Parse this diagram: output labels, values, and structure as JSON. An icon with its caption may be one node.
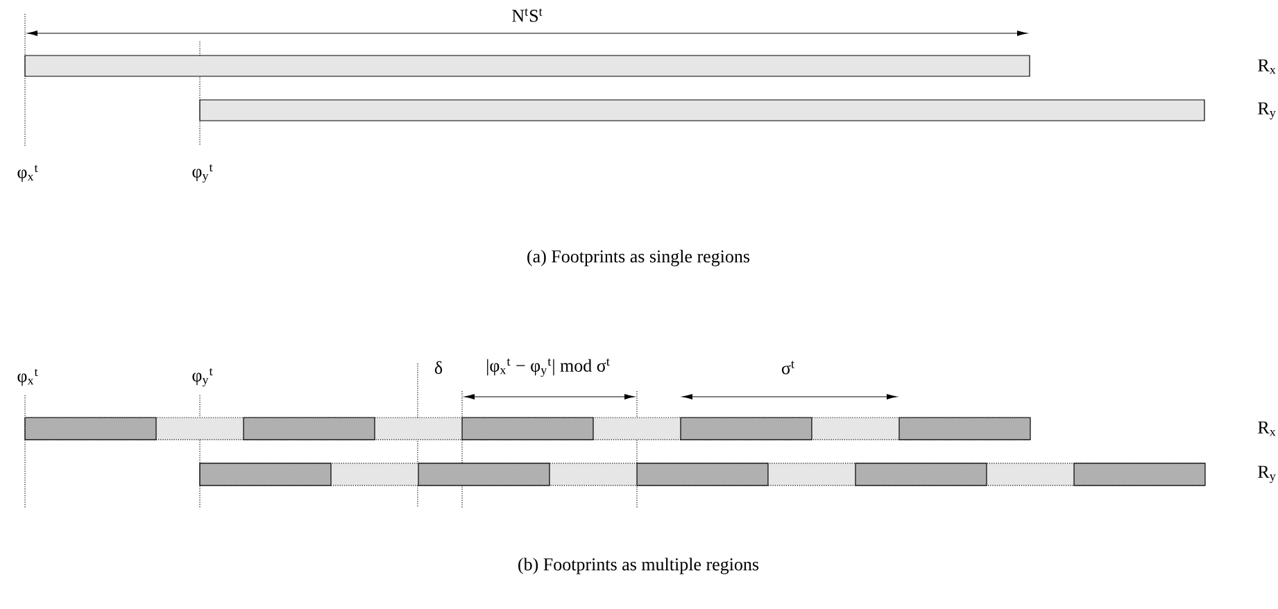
{
  "diagram": {
    "labels": [
      "N$^{t}$S$^{t}$",
      "R$_{x}$",
      "R$_{y}$",
      "φ$_{x}$$^{t}$",
      "φ$_{y}$$^{t}$",
      "(a) Footprints as single regions",
      "φ$_{x}$$^{t}$",
      "φ$_{y}$$^{t}$",
      "δ",
      "|φ$_{x}$$^{t}$ − φ$_{y}$$^{t}$| mod σ$^{t}$",
      "σ$^{t}$",
      "R$_{x}$",
      "R$_{y}$",
      "(b) Footprints as multiple regions"
    ]
  }
}
